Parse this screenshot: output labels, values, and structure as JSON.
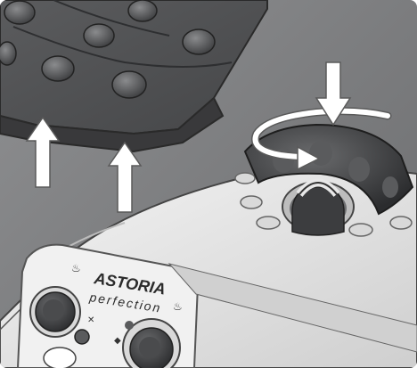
{
  "image": {
    "subject": "iron-soleplate-lifted-and-water-tank-cap-rotated",
    "colors": {
      "background": "#7f8082",
      "soleplate": "#505153",
      "body": "#e6e6e6",
      "arrows": "#ffffff",
      "dial": "#3a3b3d"
    }
  },
  "device": {
    "brand": "ASTORIA",
    "model": "perfection"
  },
  "icons": {
    "lift_arrows": "up-arrow-icon",
    "press_arrow": "down-arrow-icon",
    "rotate_arrow": "rotate-clockwise-arrow-icon"
  }
}
